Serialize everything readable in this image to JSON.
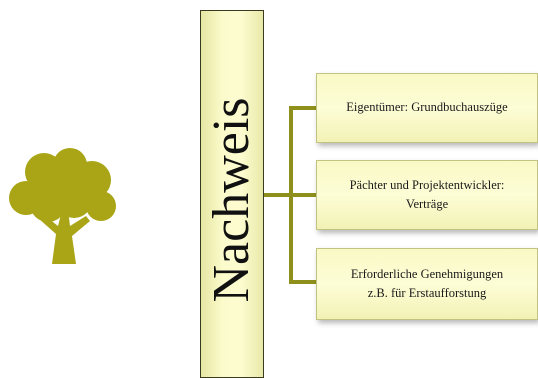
{
  "diagram": {
    "title": "Nachweis",
    "items": [
      {
        "lines": [
          "Eigentümer: Grundbuchauszüge"
        ]
      },
      {
        "lines": [
          "Pächter und Projektentwickler:",
          "Verträge"
        ]
      },
      {
        "lines": [
          "Erforderliche Genehmigungen",
          "z.B. für Erstaufforstung"
        ]
      }
    ]
  },
  "colors": {
    "tree": "#a9a516",
    "connector": "#8f8f1c",
    "title_fill": "#fcfcd0",
    "box_fill": "#fdfdd6"
  },
  "icons": {
    "left": "tree-icon"
  }
}
